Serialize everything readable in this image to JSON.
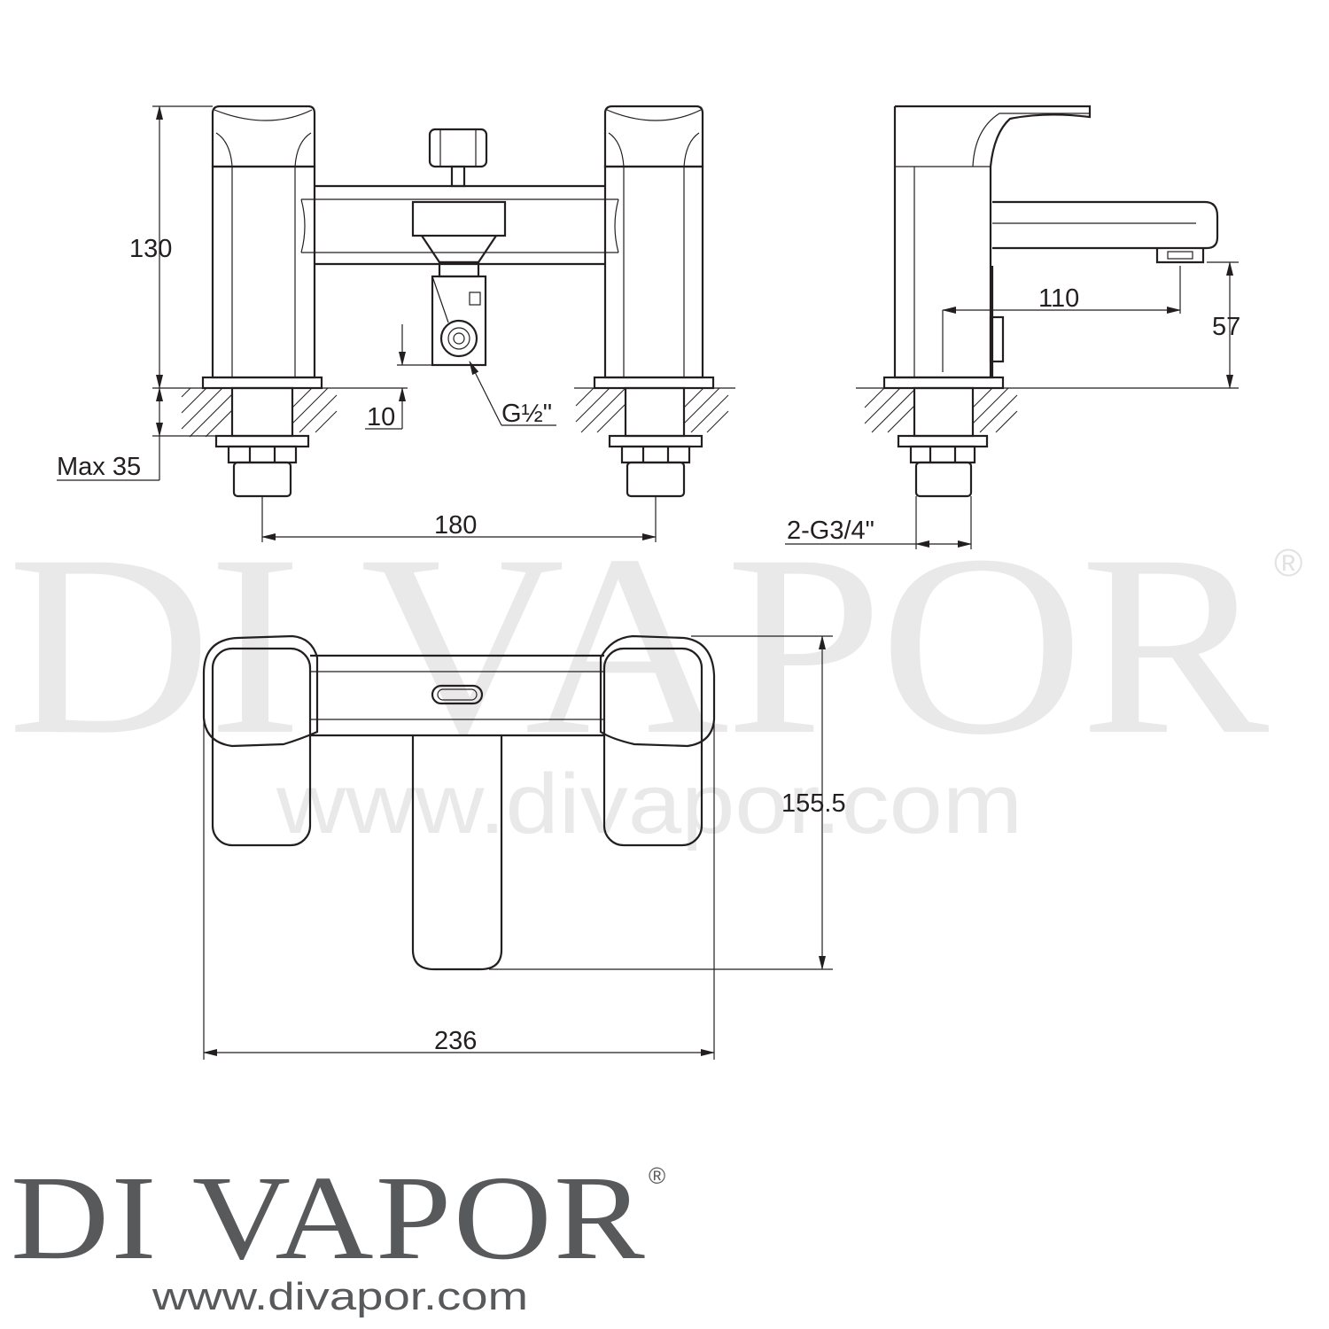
{
  "watermark": {
    "brand": "DI VAPOR",
    "registered": "®",
    "url": "www.divapor.com"
  },
  "logo": {
    "brand": "DI VAPOR",
    "registered": "®",
    "url": "www.divapor.com"
  },
  "dimensions": {
    "height_total": "130",
    "deck_max": "Max 35",
    "outlet_offset": "10",
    "shower_thread": "G½\"",
    "centres": "180",
    "spout_projection": "110",
    "spout_clearance": "57",
    "inlet_thread": "2-G3/4\"",
    "depth": "155.5",
    "width": "236"
  },
  "colors": {
    "line": "#231f20",
    "logo": "#58595b",
    "watermark": "#e9e9e9"
  }
}
